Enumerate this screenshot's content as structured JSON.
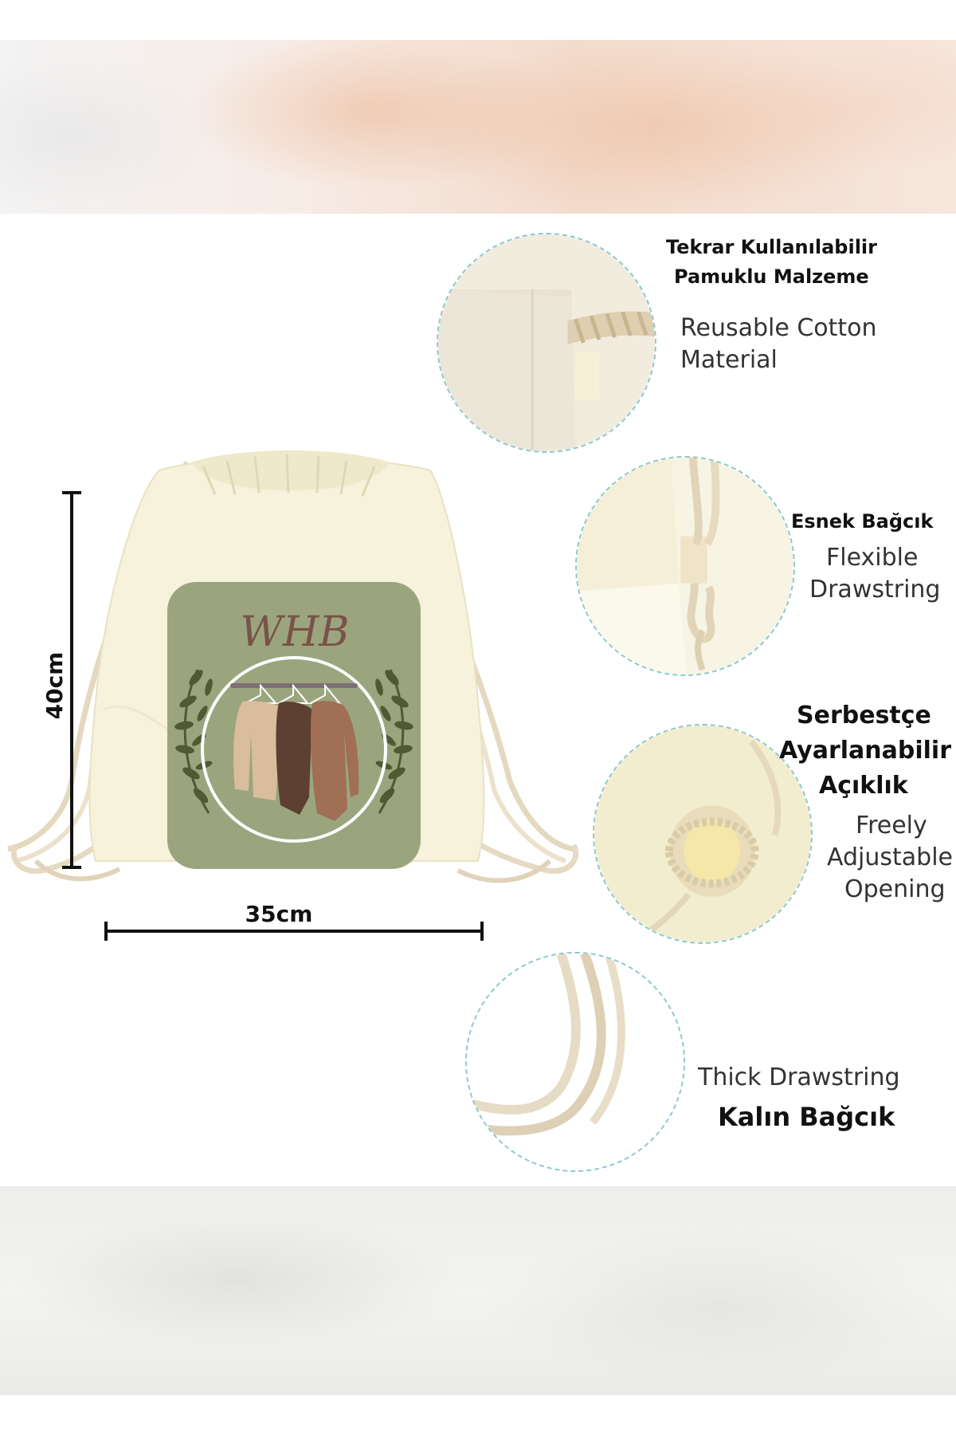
{
  "dimensions": {
    "height_label": "40cm",
    "width_label": "35cm"
  },
  "logo": {
    "text": "WHB"
  },
  "features": [
    {
      "tr": "Tekrar Kullanılabilir Pamuklu Malzeme",
      "tr_line1": "Tekrar Kullanılabilir",
      "tr_line2": "Pamuklu Malzeme",
      "en_line1": "Reusable Cotton",
      "en_line2": "Material"
    },
    {
      "tr_line1": "Esnek Bağcık",
      "en_line1": "Flexible",
      "en_line2": "Drawstring"
    },
    {
      "tr_line1": "Serbestçe",
      "tr_line2": "Ayarlanabilir",
      "tr_line3": "Açıklık",
      "en_line1": "Freely",
      "en_line2": "Adjustable",
      "en_line3": "Opening"
    },
    {
      "en_line1": "Thick Drawstring",
      "tr_line1": "Kalın Bağcık"
    }
  ],
  "colors": {
    "bag_cream": "#f6f2dc",
    "patch_green": "#9aa57e",
    "rope": "#e8dcc4",
    "circle_border": "#8cc7cf"
  }
}
